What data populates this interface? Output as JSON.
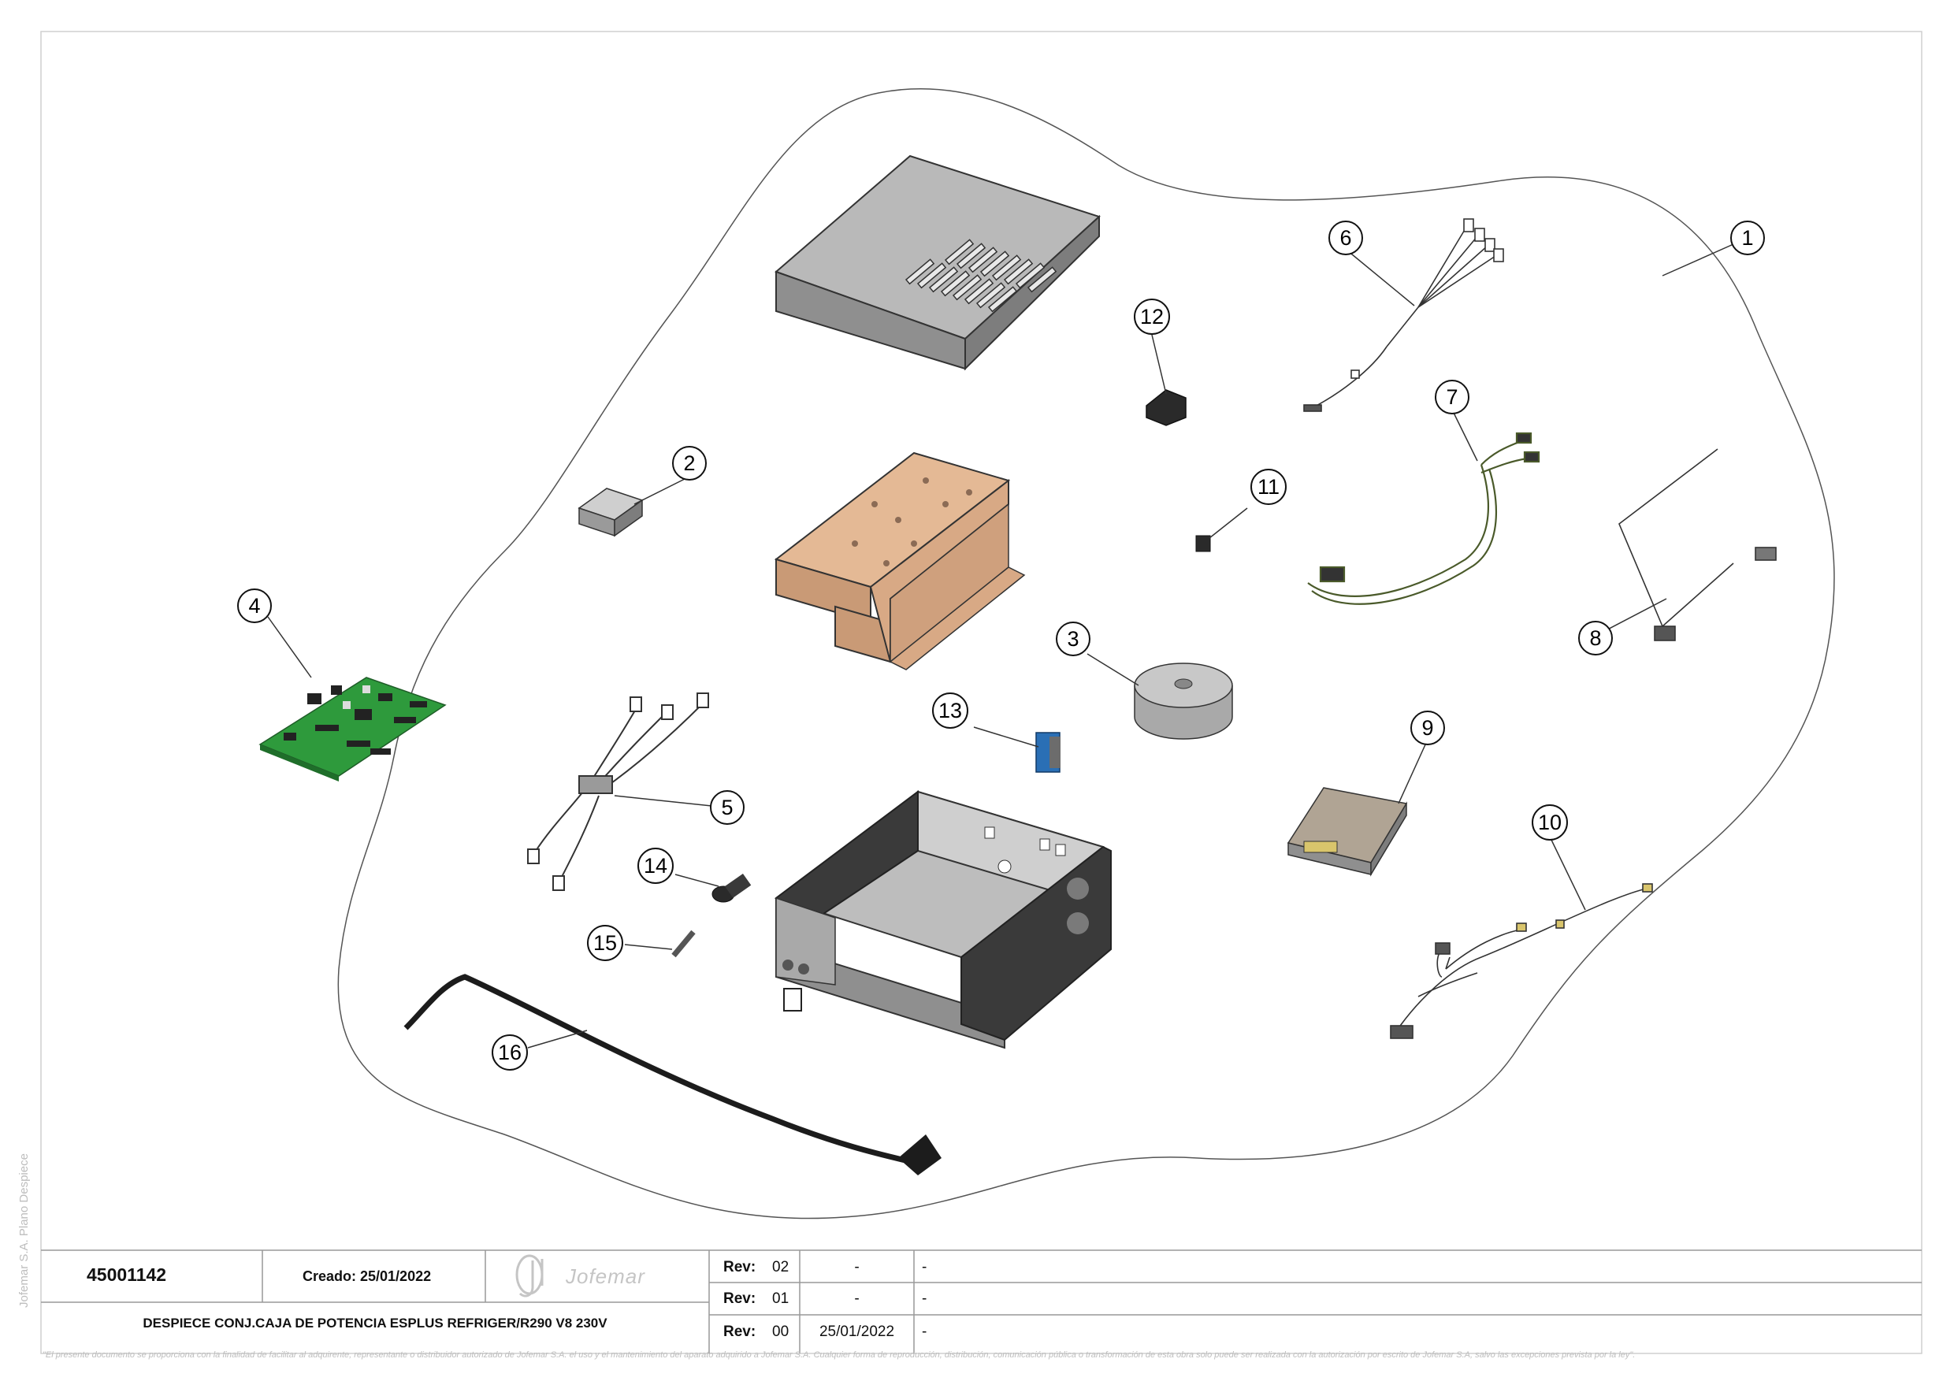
{
  "title_block": {
    "part_number": "45001142",
    "created": "Creado: 25/01/2022",
    "company": "Jofemar",
    "description": "DESPIECE CONJ.CAJA DE POTENCIA ESPLUS REFRIGER/R290 V8 230V",
    "revisions": [
      {
        "label": "Rev:",
        "num": "02",
        "date": "-",
        "note": "-"
      },
      {
        "label": "Rev:",
        "num": "01",
        "date": "-",
        "note": "-"
      },
      {
        "label": "Rev:",
        "num": "00",
        "date": "25/01/2022",
        "note": "-"
      }
    ]
  },
  "side_note": "Jofemar S.A. Plano Despiece",
  "disclaimer": "\"El presente documento se proporciona con la finalidad de facilitar al adquirente, representante o distribuidor autorizado de Jofemar S.A. el uso y el mantenimiento del aparato adquirido a Jofemar S.A. Cualquier forma de reproducción, distribución, comunicación pública o transformación de esta obra solo puede ser realizada con la autorización por escrito de Jofemar S.A, salvo las excepciones prevista por la ley\".",
  "callouts": [
    "1",
    "2",
    "3",
    "4",
    "5",
    "6",
    "7",
    "8",
    "9",
    "10",
    "11",
    "12",
    "13",
    "14",
    "15",
    "16"
  ],
  "colors": {
    "pcb": "#2e9a3c",
    "bracket": "#d9a984",
    "sheet_metal": "#a9a9a9",
    "dark_metal": "#3a3a3a",
    "connector_blue": "#2a6fb5"
  }
}
